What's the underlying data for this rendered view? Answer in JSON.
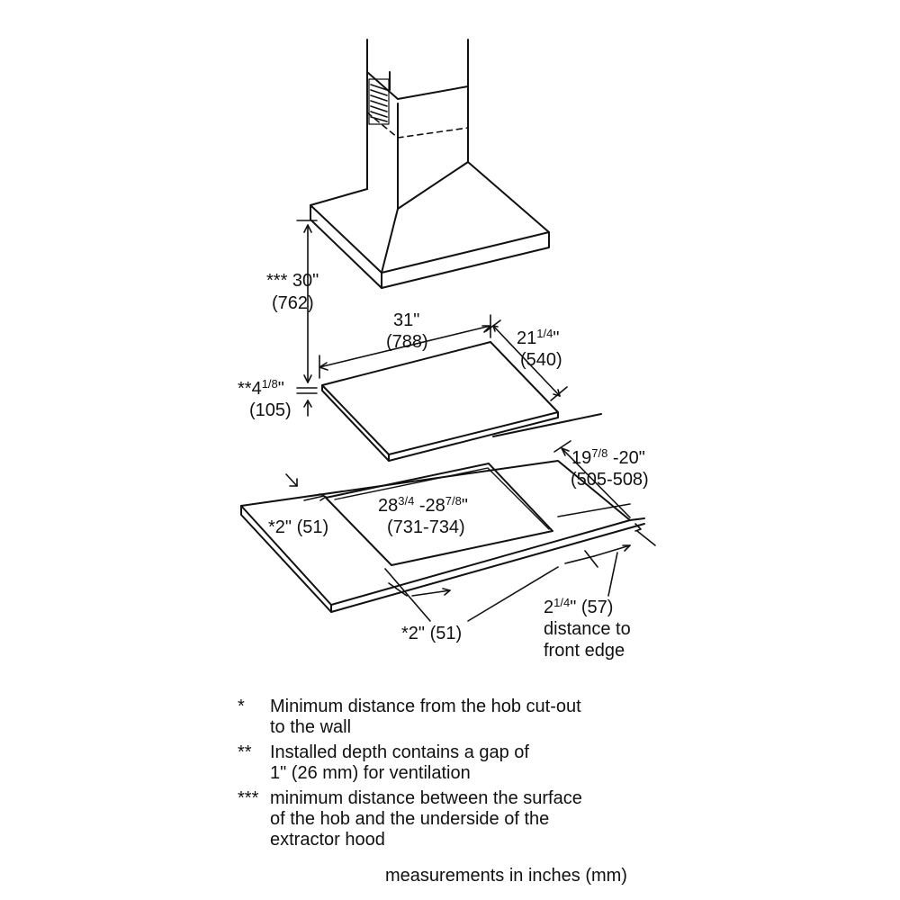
{
  "dimensions": {
    "hood_height": {
      "line1": "*** 30\"",
      "line2": "(762)"
    },
    "width": {
      "line1": "31\"",
      "line2": "(788)"
    },
    "depth": {
      "whole": "21",
      "frac": "1/4",
      "unit": "\"",
      "mm": "(540)"
    },
    "installed_depth": {
      "prefix": "**4",
      "frac": "1/8",
      "unit": "\"",
      "mm": "(105)"
    },
    "cutout_depth": {
      "whole": "19",
      "frac": "7/8",
      "rest": " -20\"",
      "mm": "(505-508)"
    },
    "cutout_width": {
      "a": "28",
      "afrac": "3/4",
      "b": " -28",
      "bfrac": "7/8",
      "unit": "\"",
      "mm": "(731-734)"
    },
    "side_min_left": "*2\" (51)",
    "side_min_bottom": "*2\" (51)",
    "front_edge": {
      "whole": "2",
      "frac": "1/4",
      "rest": "\" (57)",
      "line2": "distance to",
      "line3": "front edge"
    }
  },
  "notes": [
    {
      "marker": "*",
      "lines": [
        "Minimum distance from the hob cut-out",
        "to the wall"
      ]
    },
    {
      "marker": "**",
      "lines": [
        "Installed depth contains a gap of",
        "1\" (26 mm) for ventilation"
      ]
    },
    {
      "marker": "***",
      "lines": [
        "minimum distance between the surface",
        "of the hob and the underside of the",
        "extractor hood"
      ]
    }
  ],
  "footer": "measurements in inches (mm)"
}
